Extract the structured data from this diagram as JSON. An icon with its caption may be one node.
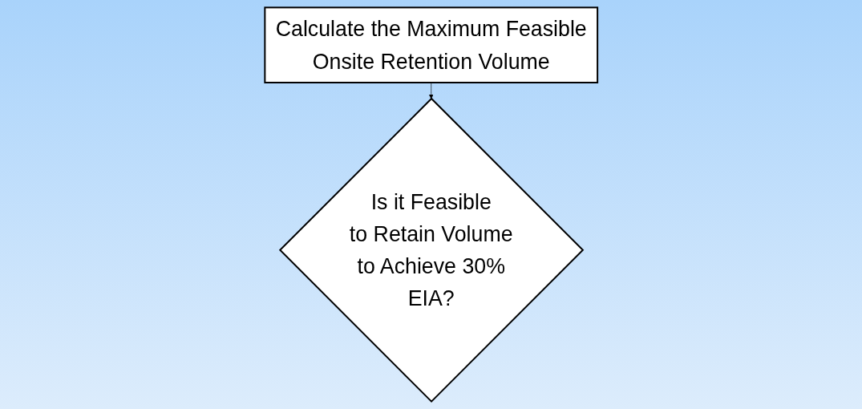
{
  "diagram": {
    "nodes": [
      {
        "text": [
          "Calculate the Maximum Feasible Onsite Retention Volume"
        ]
      },
      {
        "text": [
          "Is it Feasible to Retain Volume to Achieve 30% EIA?"
        ]
      }
    ],
    "edges": [
      {
        "from": 0,
        "to": 1,
        "arrow": "to"
      }
    ]
  }
}
